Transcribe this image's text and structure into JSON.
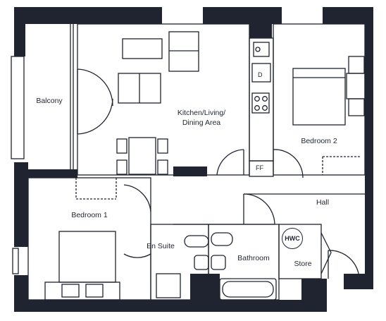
{
  "rooms": {
    "balcony": "Balcony",
    "kitchen_line1": "Kitchen/Living/",
    "kitchen_line2": "Dining Area",
    "bedroom2": "Bedroom 2",
    "bedroom1": "Bedroom 1",
    "hall": "Hall",
    "en_suite": "En Suite",
    "bathroom": "Bathroom",
    "store": "Store"
  },
  "fixtures": {
    "hwc": "HWC",
    "dishwasher": "D",
    "fridge_freezer": "FF"
  },
  "colors": {
    "wall": "#1f2430",
    "line": "#1f2430",
    "background": "#ffffff"
  }
}
